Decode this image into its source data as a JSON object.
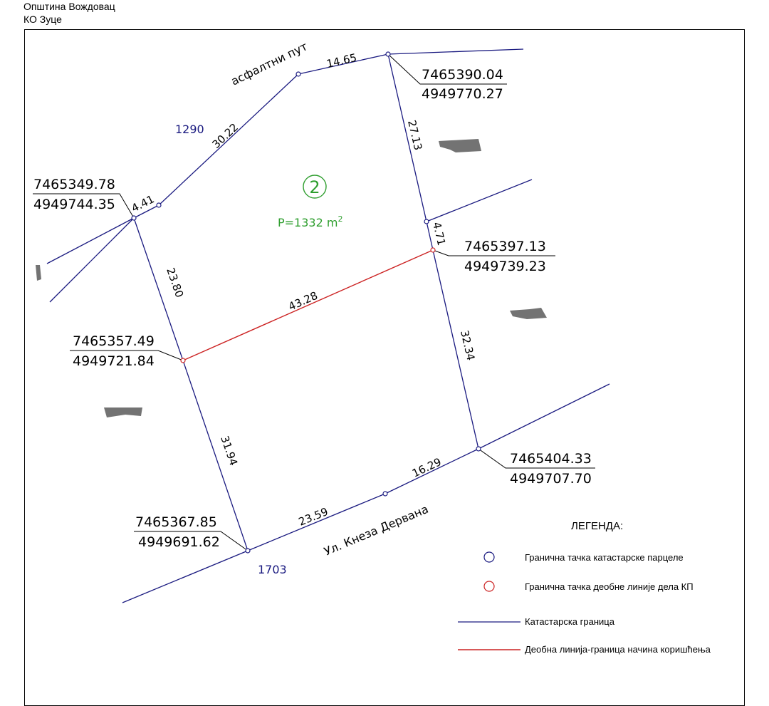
{
  "header": {
    "municipality": "Општина Вождовац",
    "cadastral_municipality": "КО Зуце"
  },
  "colors": {
    "cadastral_line": "#1a1a80",
    "division_line": "#cc2222",
    "area_label": "#2e9e2e"
  },
  "parcel": {
    "number": "2",
    "area_label": "P=1332 m",
    "area_unit_sup": "2"
  },
  "neighbor_parcels": {
    "north": "1290",
    "south": "1703"
  },
  "streets": {
    "north": "асфалтни пут",
    "south": "Ул. Кнеза Дервана"
  },
  "distances": {
    "nw_short": "4.41",
    "north_diag": "30.22",
    "north_top": "14.65",
    "east_top": "27.13",
    "east_mid": "4.71",
    "west_top": "23.80",
    "division": "43.28",
    "east_low": "32.34",
    "west_low": "31.94",
    "south_left": "23.59",
    "south_right": "16.29"
  },
  "coordinates": {
    "ne": {
      "y": "7465390.04",
      "x": "4949770.27"
    },
    "nw": {
      "y": "7465349.78",
      "x": "4949744.35"
    },
    "e_div": {
      "y": "7465397.13",
      "x": "4949739.23"
    },
    "w_div": {
      "y": "7465357.49",
      "x": "4949721.84"
    },
    "se": {
      "y": "7465404.33",
      "x": "4949707.70"
    },
    "sw": {
      "y": "7465367.85",
      "x": "4949691.62"
    }
  },
  "legend": {
    "title": "ЛЕГЕНДА:",
    "items": [
      "Гранична тачка катастарске парцеле",
      "Гранична тачка деобне линије дела КП",
      "Катастарска граница",
      "Деобна линија-граница начина коришћења"
    ]
  }
}
